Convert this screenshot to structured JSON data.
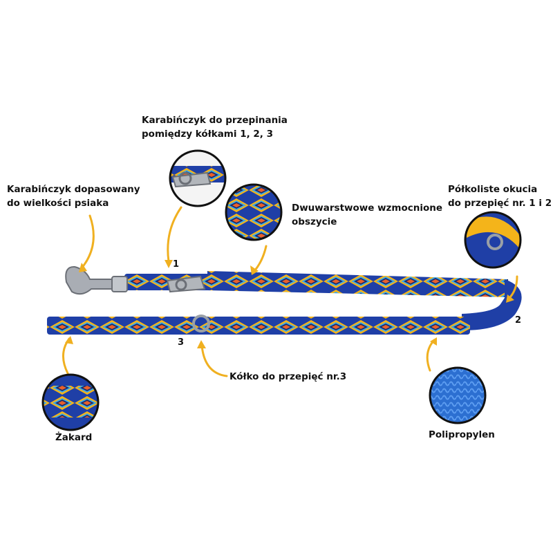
{
  "labels": {
    "carabiner_switch_line1": "Karabińczyk do przepinania",
    "carabiner_switch_line2": "pomiędzy kółkami 1, 2, 3",
    "carabiner_fit_line1": "Karabińczyk dopasowany",
    "carabiner_fit_line2": "do wielkości psiaka",
    "stitching_line1": "Dwuwarstwowe wzmocnione",
    "stitching_line2": "obszycie",
    "fittings_line1": "Półkoliste okucia",
    "fittings_line2": "do przepięć nr. 1 i 2",
    "ring3": "Kółko do przepięć nr.3",
    "jacquard": "Żakard",
    "polypropylene": "Polipropylen"
  },
  "numbers": {
    "n1": "1",
    "n2": "2",
    "n3": "3"
  },
  "colors": {
    "strap_blue": "#1f3fa6",
    "yellow": "#f4b41a",
    "light_blue": "#3da9e6",
    "orange": "#e8612a",
    "navy": "#1a2a6c",
    "arrow": "#f0b020"
  }
}
